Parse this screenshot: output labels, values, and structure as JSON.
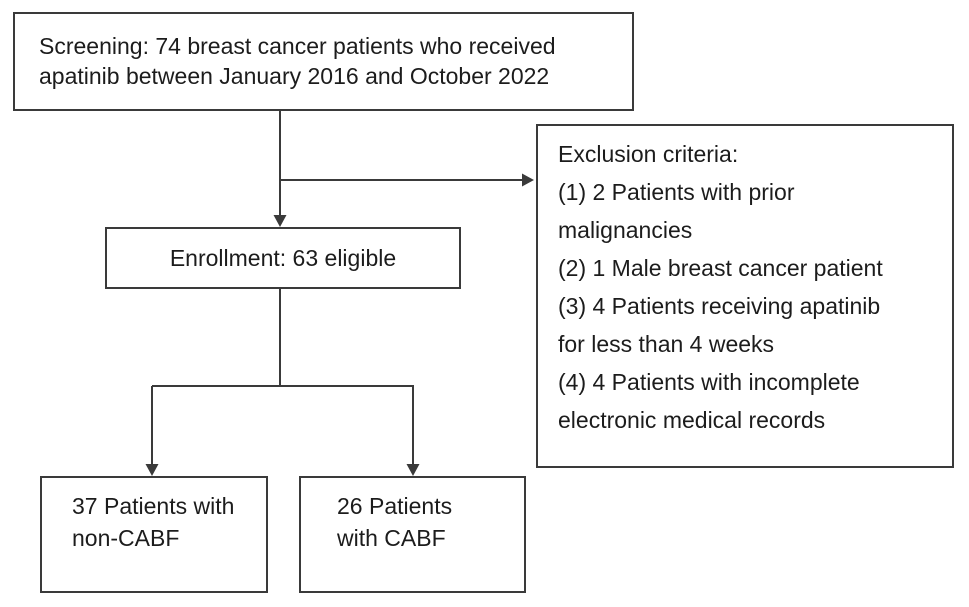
{
  "diagram": {
    "type": "patient-flow-diagram",
    "colors": {
      "background": "#ffffff",
      "box_border": "#3a3a3a",
      "connector_line": "#3a3a3a",
      "text": "#1c1c1c"
    },
    "boxes": {
      "screening": {
        "lines": [
          "Screening: 74 breast cancer patients who received",
          "apatinib between January 2016 and October 2022"
        ]
      },
      "exclusion": {
        "lines": [
          "Exclusion criteria:",
          "(1) 2 Patients with prior",
          "malignancies",
          "(2) 1 Male breast cancer patient",
          "(3) 4 Patients receiving apatinib",
          "for less than 4 weeks",
          "(4) 4 Patients with incomplete",
          "electronic medical records"
        ]
      },
      "enrollment": {
        "lines": [
          "Enrollment: 63 eligible"
        ]
      },
      "non_cabf": {
        "lines": [
          "37 Patients with",
          "non-CABF"
        ]
      },
      "cabf": {
        "lines": [
          "26 Patients",
          "with CABF"
        ]
      }
    }
  }
}
